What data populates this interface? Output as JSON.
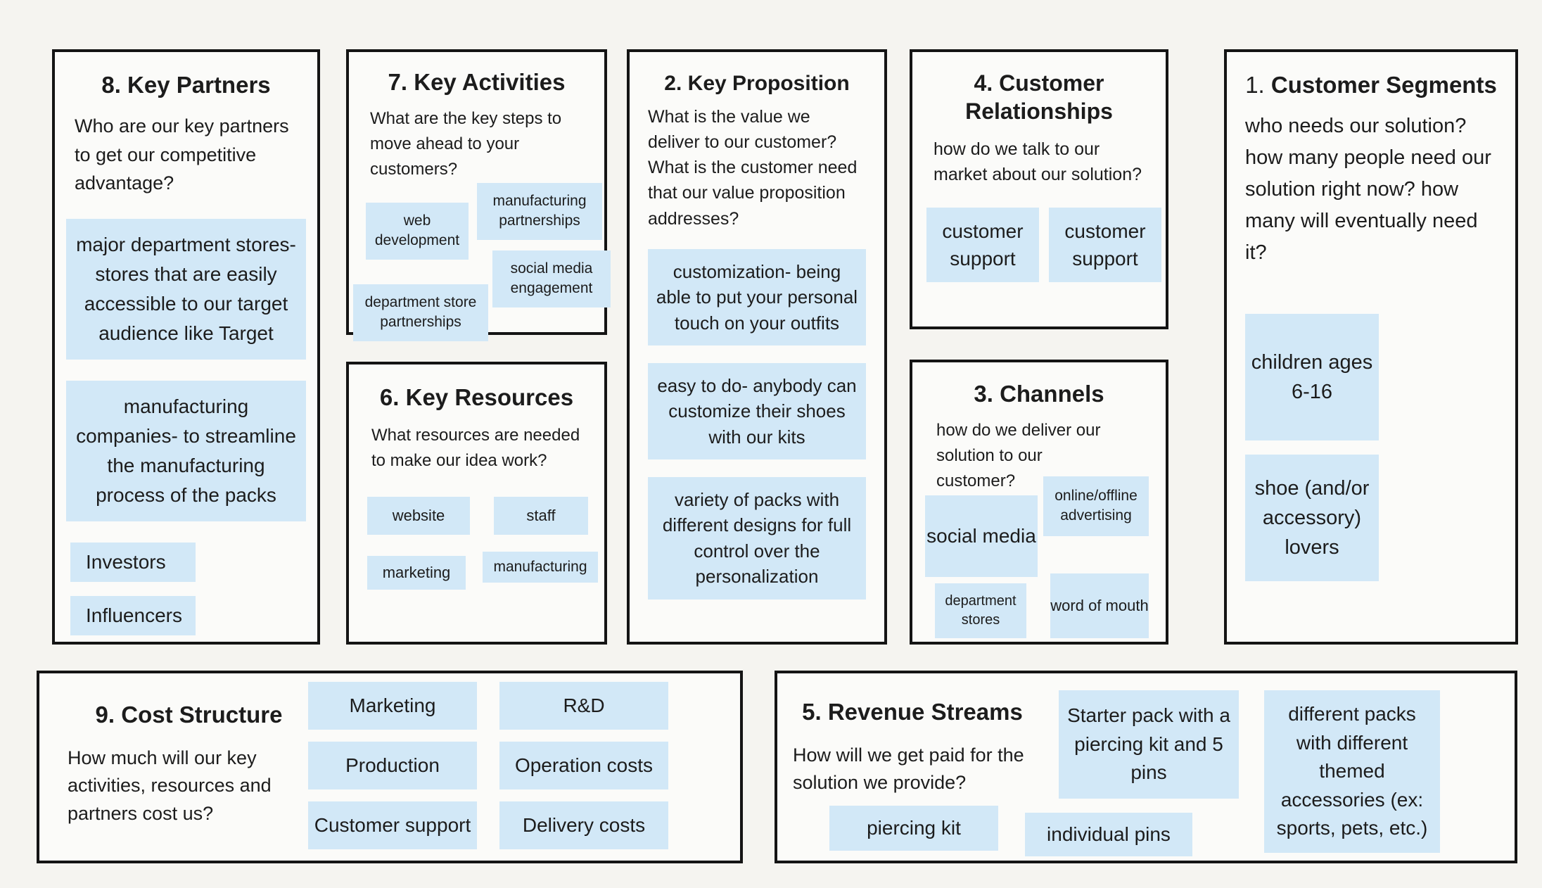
{
  "colors": {
    "background": "#f5f4f0",
    "box_bg": "#fbfbf9",
    "border": "#141414",
    "note": "#d2e8f7",
    "text": "#1c1c1c"
  },
  "sections": {
    "key_partners": {
      "title": "8. Key Partners",
      "description": "Who are our key partners to get our competitive advantage?",
      "notes": [
        "major department stores- stores that are easily accessible to our target audience like Target",
        "manufacturing companies- to streamline the manufacturing process of the packs",
        "Investors",
        "Influencers"
      ]
    },
    "key_activities": {
      "title": "7. Key Activities",
      "description": "What are the key steps to move ahead to your customers?",
      "notes": [
        "web development",
        "manufacturing partnerships",
        "social media engagement",
        "department store partnerships"
      ]
    },
    "key_resources": {
      "title": "6. Key Resources",
      "description": "What resources are needed to make our idea work?",
      "notes": [
        "website",
        "staff",
        "marketing",
        "manufacturing"
      ]
    },
    "key_proposition": {
      "title": "2. Key Proposition",
      "description": "What is the value we deliver to our customer? What is the customer need that our value proposition addresses?",
      "notes": [
        "customization- being able to put your personal touch on your outfits",
        "easy to do- anybody can customize their shoes with our kits",
        "variety of packs with different designs for full control over the personalization"
      ]
    },
    "customer_relationships": {
      "title": "4. Customer Relationships",
      "description": "how do we talk to our market about our solution?",
      "notes": [
        "customer support",
        "customer support"
      ]
    },
    "channels": {
      "title": "3. Channels",
      "description": "how do we deliver our solution to our customer?",
      "notes": [
        "social media",
        "online/offline advertising",
        "department stores",
        "word of mouth"
      ]
    },
    "customer_segments": {
      "title_prefix": "1.",
      "title": "Customer Segments",
      "description": "who needs our solution? how many people need our solution right now? how many will eventually need it?",
      "notes": [
        "children ages 6-16",
        "shoe (and/or accessory) lovers"
      ]
    },
    "cost_structure": {
      "title": "9. Cost Structure",
      "description": "How much will our key activities, resources and partners cost us?",
      "notes": [
        "Marketing",
        "R&D",
        "Production",
        "Operation costs",
        "Customer support",
        "Delivery costs"
      ]
    },
    "revenue_streams": {
      "title": "5. Revenue Streams",
      "description": "How will we get paid for the solution we provide?",
      "notes": [
        "Starter pack with a piercing kit and 5 pins",
        "different packs with different themed accessories (ex: sports, pets, etc.)",
        "piercing kit",
        "individual pins"
      ]
    }
  }
}
